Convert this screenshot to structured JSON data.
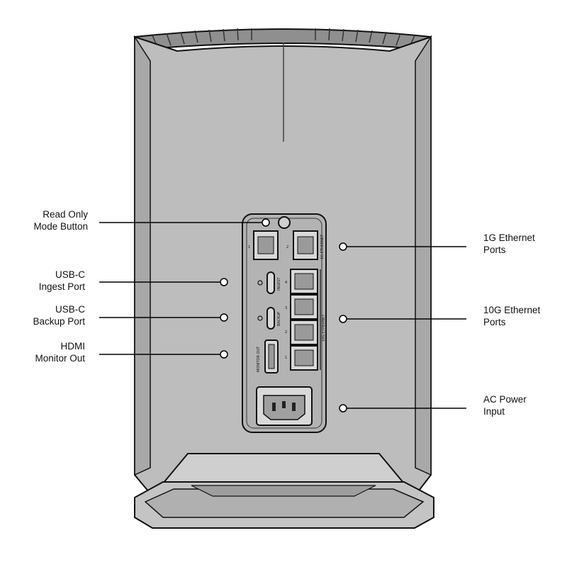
{
  "colors": {
    "body": "#bdbdbd",
    "body_shadow": "#a8a8a8",
    "outline": "#111111",
    "panel": "#b3b3b3",
    "base": "#c4c4c4",
    "port_fill": "#d9d9d9",
    "callout": "#000000"
  },
  "callouts_left": [
    {
      "id": "read-only",
      "lines": [
        "Read Only",
        "Mode Button"
      ]
    },
    {
      "id": "usbc-ingest",
      "lines": [
        "USB-C",
        "Ingest Port"
      ]
    },
    {
      "id": "usbc-backup",
      "lines": [
        "USB-C",
        "Backup Port"
      ]
    },
    {
      "id": "hdmi",
      "lines": [
        "HDMI",
        "Monitor Out"
      ]
    }
  ],
  "callouts_right": [
    {
      "id": "1g-ethernet",
      "lines": [
        "1G Ethernet",
        "Ports"
      ]
    },
    {
      "id": "10g-ethernet",
      "lines": [
        "10G Ethernet",
        "Ports"
      ]
    },
    {
      "id": "ac-power",
      "lines": [
        "AC Power",
        "Input"
      ]
    }
  ],
  "panel_labels": {
    "eth1g_group": "1G ETHERNET",
    "eth10g_group": "10G ETHERNET",
    "eth1g_ports": [
      "1",
      "2"
    ],
    "eth10g_ports": [
      "1",
      "2",
      "3",
      "4"
    ],
    "ingest": "INGEST",
    "backup": "BACKUP",
    "monitor_out": "MONITOR OUT"
  }
}
